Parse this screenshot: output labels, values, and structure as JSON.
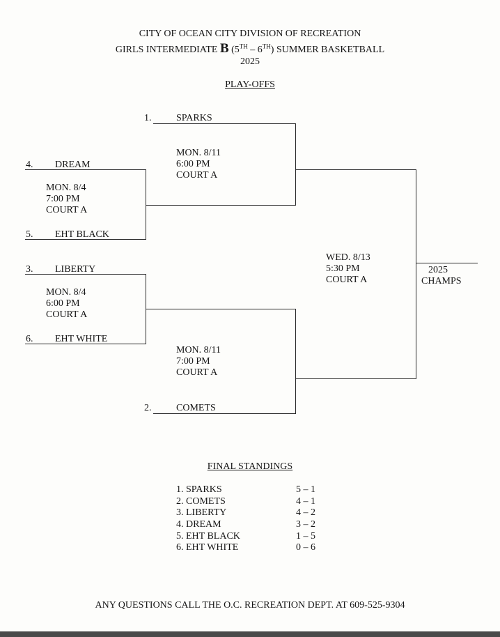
{
  "header": {
    "line1": "CITY OF OCEAN CITY DIVISION OF RECREATION",
    "line2_prefix": "GIRLS INTERMEDIATE",
    "line2_letter": "B",
    "line2_open": "(5",
    "line2_sup1": "TH",
    "line2_mid": " – 6",
    "line2_sup2": "TH",
    "line2_suffix": ") SUMMER BASKETBALL",
    "year": "2025",
    "playoffs": "PLAY-OFFS"
  },
  "bracket": {
    "seed1": {
      "num": "1.",
      "team": "SPARKS"
    },
    "seed4": {
      "num": "4.",
      "team": "DREAM"
    },
    "seed5": {
      "num": "5.",
      "team": "EHT BLACK"
    },
    "seed3": {
      "num": "3.",
      "team": "LIBERTY"
    },
    "seed6": {
      "num": "6.",
      "team": "EHT WHITE"
    },
    "seed2": {
      "num": "2.",
      "team": "COMETS"
    },
    "game_4v5": {
      "date": "MON. 8/4",
      "time": "7:00 PM",
      "court": "COURT A"
    },
    "game_3v6": {
      "date": "MON. 8/4",
      "time": "6:00 PM",
      "court": "COURT A"
    },
    "semi_top": {
      "date": "MON. 8/11",
      "time": "6:00 PM",
      "court": "COURT A"
    },
    "semi_bottom": {
      "date": "MON. 8/11",
      "time": "7:00 PM",
      "court": "COURT A"
    },
    "final": {
      "date": "WED. 8/13",
      "time": "5:30 PM",
      "court": "COURT A"
    },
    "champ": {
      "year": "2025",
      "label": "CHAMPS"
    }
  },
  "standings": {
    "title": "FINAL STANDINGS",
    "rows": [
      {
        "team": "1. SPARKS",
        "record": "5 – 1"
      },
      {
        "team": "2. COMETS",
        "record": "4 – 1"
      },
      {
        "team": "3. LIBERTY",
        "record": "4 – 2"
      },
      {
        "team": "4. DREAM",
        "record": "3 – 2"
      },
      {
        "team": "5. EHT BLACK",
        "record": "1 – 5"
      },
      {
        "team": "6. EHT WHITE",
        "record": "0 – 6"
      }
    ]
  },
  "footer": "ANY QUESTIONS CALL THE O.C. RECREATION DEPT. AT 609-525-9304"
}
